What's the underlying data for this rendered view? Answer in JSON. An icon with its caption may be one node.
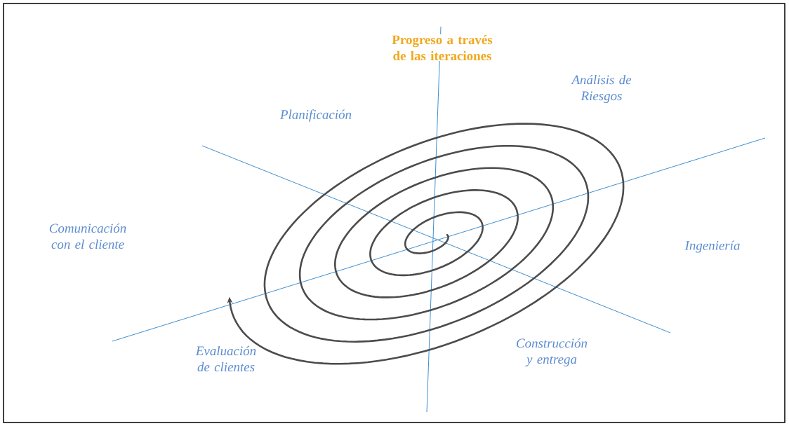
{
  "diagram": {
    "title": "Progreso a través de las iteraciones",
    "labels": [
      "Análisis de Riesgos",
      "Planificación",
      "Comunicación con el cliente",
      "Ingeniería",
      "Construcción y entrega",
      "Evaluación de clientes"
    ]
  }
}
